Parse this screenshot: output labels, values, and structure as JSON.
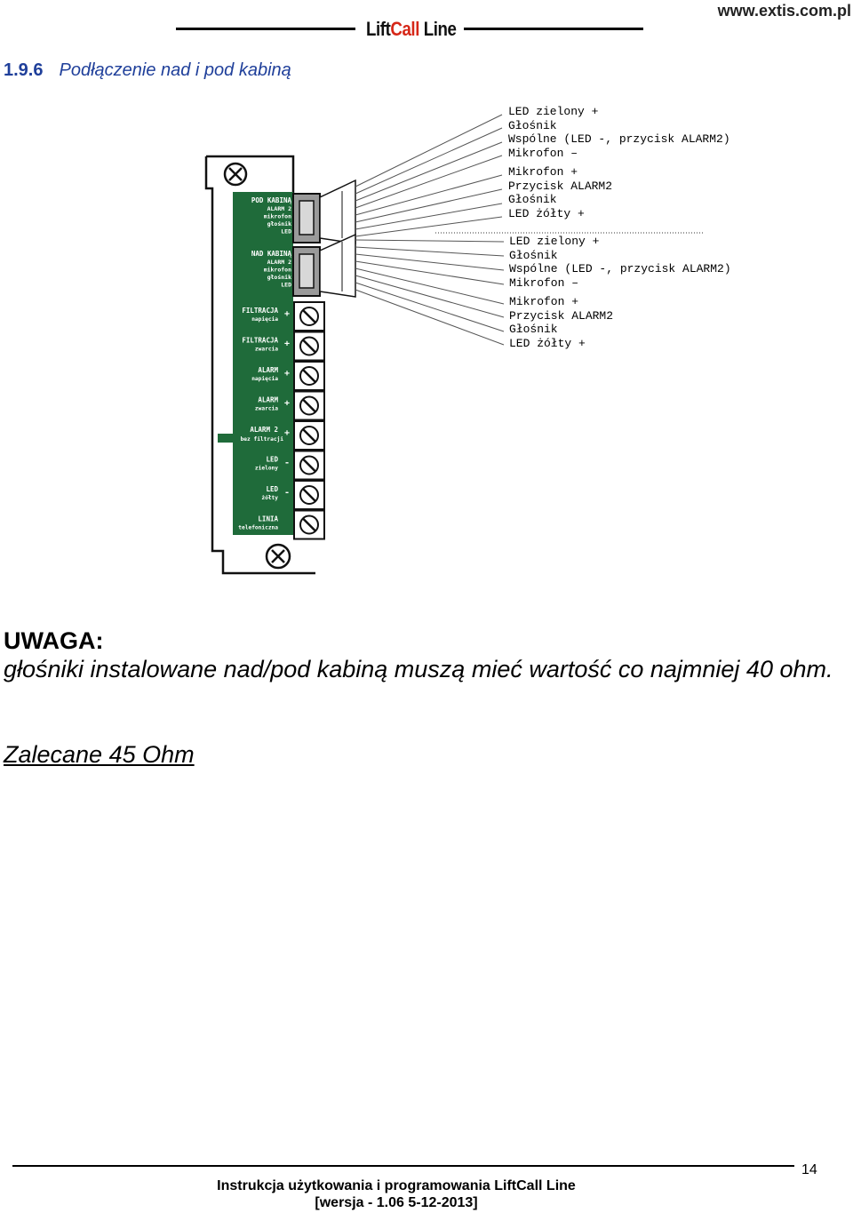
{
  "header": {
    "url": "www.extis.com.pl",
    "brand_part1": "Lift",
    "brand_part2": "Call",
    "brand_part3": " Line"
  },
  "section": {
    "number": "1.9.6",
    "title": "Podłączenie nad i pod kabiną"
  },
  "diagram": {
    "wire_group_top": [
      "LED zielony +",
      "Głośnik",
      "Wspólne (LED -, przycisk ALARM2)",
      "Mikrofon –",
      "Mikrofon +",
      "Przycisk ALARM2",
      "Głośnik",
      "LED żółty +"
    ],
    "wire_group_bottom": [
      "LED zielony +",
      "Głośnik",
      "Wspólne (LED -, przycisk ALARM2)",
      "Mikrofon –",
      "Mikrofon +",
      "Przycisk ALARM2",
      "Głośnik",
      "LED żółty +"
    ],
    "board": {
      "pod_kabina_title": "POD KABINĄ",
      "pod_kabina_pins": [
        "ALARM 2",
        "mikrofon",
        "głośnik",
        "LED"
      ],
      "nad_kabina_title": "NAD KABINĄ",
      "nad_kabina_pins": [
        "ALARM 2",
        "mikrofon",
        "głośnik",
        "LED"
      ],
      "terminals": [
        {
          "title": "FILTRACJA",
          "sub": "napięcia"
        },
        {
          "title": "FILTRACJA",
          "sub": "zwarcia"
        },
        {
          "title": "ALARM",
          "sub": "napięcia"
        },
        {
          "title": "ALARM",
          "sub": "zwarcia"
        },
        {
          "title": "ALARM 2",
          "sub": "bez filtracji"
        },
        {
          "title": "LED",
          "sub": "zielony"
        },
        {
          "title": "LED",
          "sub": "żółty"
        },
        {
          "title": "LINIA",
          "sub": "telefoniczna"
        }
      ]
    },
    "board_color": "#1f6b3a"
  },
  "note": {
    "heading": "UWAGA:",
    "text": "głośniki instalowane nad/pod kabiną muszą mieć wartość co najmniej 40 ohm.",
    "recommendation": "Zalecane 45 Ohm"
  },
  "footer": {
    "page_number": "14",
    "line1": "Instrukcja użytkowania i programowania LiftCall Line",
    "line2": "[wersja - 1.06 5-12-2013]"
  }
}
